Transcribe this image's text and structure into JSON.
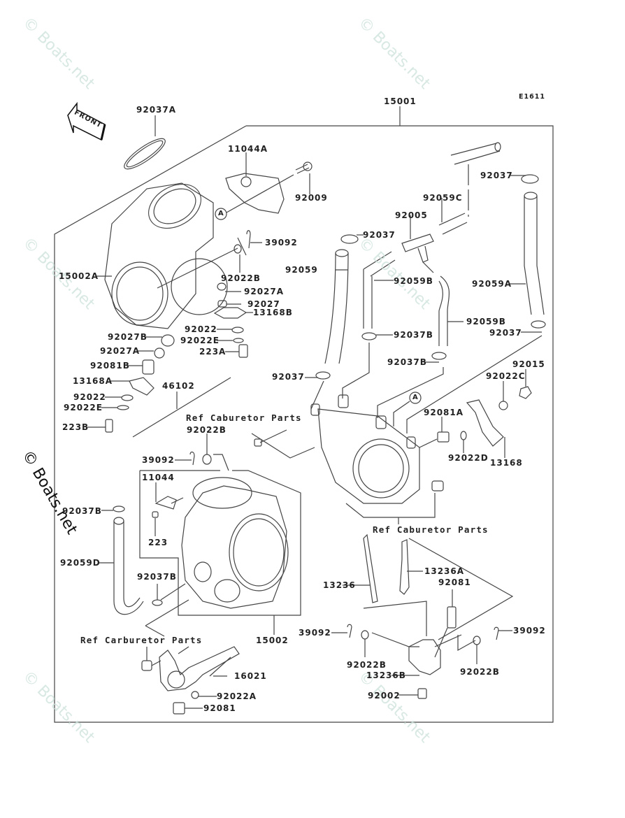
{
  "diagram": {
    "code": "E1611",
    "front_label": "FRONT",
    "assembly_label": "15001",
    "callout_marker": "A",
    "watermark": "© Boats.net",
    "ref_texts": {
      "ref1": "Ref Caburetor Parts",
      "ref2": "Ref Caburetor Parts",
      "ref3": "Ref Carburetor Parts"
    },
    "labels": {
      "p92037A": "92037A",
      "p11044A": "11044A",
      "p92009": "92009",
      "p92037_top": "92037",
      "p92059C": "92059C",
      "p92005": "92005",
      "p92037_mid": "92037",
      "p39092_top": "39092",
      "p15002A": "15002A",
      "p92022B_top": "92022B",
      "p92059": "92059",
      "p92059B_top": "92059B",
      "p92059A": "92059A",
      "p92027A": "92027A",
      "p92027": "92027",
      "p13168B": "13168B",
      "p92059B_right": "92059B",
      "p92027B": "92027B",
      "p92022": "92022",
      "p92022E": "92022E",
      "p92037B_a": "92037B",
      "p92037_right": "92037",
      "p92027A_left": "92027A",
      "p223A": "223A",
      "p92081B": "92081B",
      "p92037B_b": "92037B",
      "p92015": "92015",
      "p13168A": "13168A",
      "p92037_low": "92037",
      "p92022C": "92022C",
      "p46102": "46102",
      "p92022_left": "92022",
      "p92022E_left": "92022E",
      "p223B": "223B",
      "p92081A": "92081A",
      "p92022B_mid": "92022B",
      "p92022D": "92022D",
      "p39092_mid": "39092",
      "p13168": "13168",
      "p11044": "11044",
      "p92037B_left": "92037B",
      "p223": "223",
      "p92059D": "92059D",
      "p92037B_c": "92037B",
      "p13236": "13236",
      "p13236A": "13236A",
      "p92081_mid": "92081",
      "p39092_left": "39092",
      "p15002": "15002",
      "p39092_right": "39092",
      "p92022B_l": "92022B",
      "p92022B_r": "92022B",
      "p13236B": "13236B",
      "p16021": "16021",
      "p92022A": "92022A",
      "p92002": "92002",
      "p92081_bottom": "92081"
    }
  }
}
